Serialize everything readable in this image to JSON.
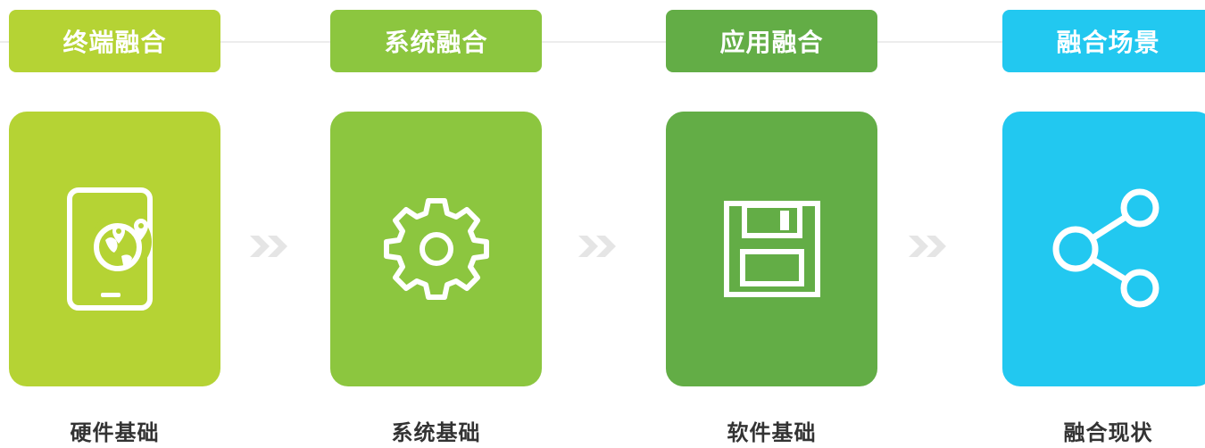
{
  "colors": {
    "stage1": "#b5d334",
    "stage2": "#8cc63f",
    "stage3": "#63ad46",
    "stage4": "#22c8f0",
    "arrow": "#e5e5e5"
  },
  "stages": [
    {
      "title": "终端融合",
      "caption": "硬件基础",
      "icon": "tablet-globe-location-icon"
    },
    {
      "title": "系统融合",
      "caption": "系统基础",
      "icon": "gear-icon"
    },
    {
      "title": "应用融合",
      "caption": "软件基础",
      "icon": "floppy-disk-icon"
    },
    {
      "title": "融合场景",
      "caption": "融合现状",
      "icon": "share-icon"
    }
  ]
}
